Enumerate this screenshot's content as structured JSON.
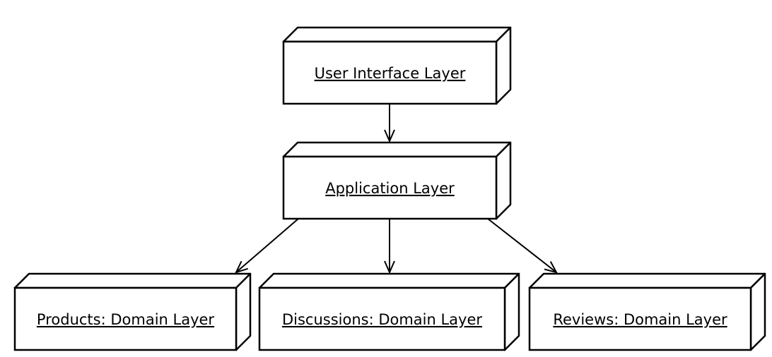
{
  "diagram": {
    "type": "uml-deployment",
    "nodes": [
      {
        "id": "ui",
        "label": "User Interface Layer"
      },
      {
        "id": "app",
        "label": "Application Layer"
      },
      {
        "id": "products",
        "label": "Products: Domain Layer"
      },
      {
        "id": "discussions",
        "label": "Discussions: Domain Layer"
      },
      {
        "id": "reviews",
        "label": "Reviews: Domain Layer"
      }
    ],
    "edges": [
      {
        "from": "ui",
        "to": "app"
      },
      {
        "from": "app",
        "to": "products"
      },
      {
        "from": "app",
        "to": "discussions"
      },
      {
        "from": "app",
        "to": "reviews"
      }
    ],
    "colors": {
      "stroke": "#000000",
      "fill": "#ffffff",
      "background": "#ffffff"
    }
  }
}
